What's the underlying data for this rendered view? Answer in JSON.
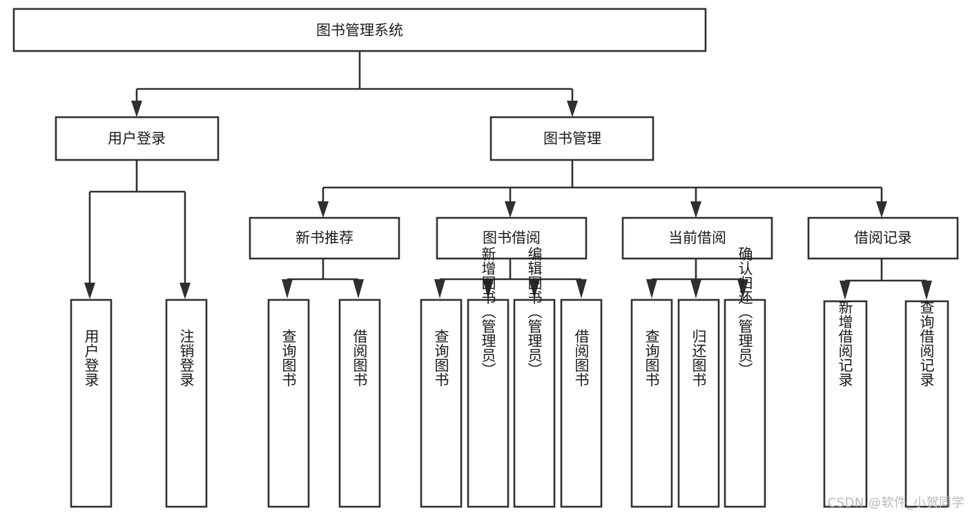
{
  "diagram": {
    "type": "tree-hierarchy",
    "title": "图书管理系统",
    "watermark": "CSDN @软件_小贺同学",
    "colors": {
      "stroke": "#2f2f2f",
      "fill": "#ffffff",
      "text": "#1a1a1a",
      "watermark": "#b8b8b8",
      "background": "#ffffff"
    },
    "levels": {
      "root": {
        "label": "图书管理系统"
      },
      "level2": [
        {
          "label": "用户登录"
        },
        {
          "label": "图书管理"
        }
      ],
      "level3": [
        {
          "label": "新书推荐"
        },
        {
          "label": "图书借阅"
        },
        {
          "label": "当前借阅"
        },
        {
          "label": "借阅记录"
        }
      ],
      "leaves_user_login": [
        {
          "label": "用户登录"
        },
        {
          "label": "注销登录"
        }
      ],
      "leaves_new_book": [
        {
          "label": "查询图书"
        },
        {
          "label": "借阅图书"
        }
      ],
      "leaves_borrow": [
        {
          "label": "查询图书"
        },
        {
          "label": "新增图书（管理员）"
        },
        {
          "label": "编辑图书（管理员）"
        },
        {
          "label": "借阅图书"
        }
      ],
      "leaves_current": [
        {
          "label": "查询图书"
        },
        {
          "label": "归还图书"
        },
        {
          "label": "确认归还（管理员）"
        }
      ],
      "leaves_records": [
        {
          "label": "新增借阅记录"
        },
        {
          "label": "查询借阅记录"
        }
      ]
    }
  }
}
